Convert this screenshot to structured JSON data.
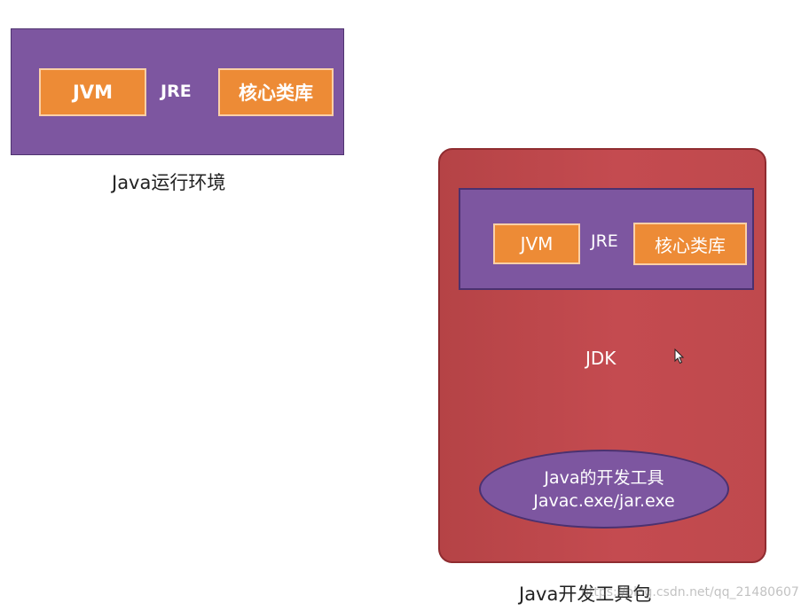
{
  "jre_diagram": {
    "jvm_label": "JVM",
    "jre_label": "JRE",
    "core_lib_label": "核心类库",
    "caption": "Java运行环境",
    "colors": {
      "container": "#7d56a0",
      "component": "#ed8b36"
    }
  },
  "jdk_diagram": {
    "inner": {
      "jvm_label": "JVM",
      "jre_label": "JRE",
      "core_lib_label": "核心类库"
    },
    "jdk_label": "JDK",
    "tools": {
      "line1": "Java的开发工具",
      "line2": "Javac.exe/jar.exe"
    },
    "caption": "Java开发工具包",
    "colors": {
      "container": "#c44b50",
      "inner": "#7d56a0",
      "component": "#ed8b36"
    }
  },
  "watermark": "https://blog.csdn.net/qq_21480607",
  "icons": {
    "cursor": "mouse-pointer-icon"
  }
}
